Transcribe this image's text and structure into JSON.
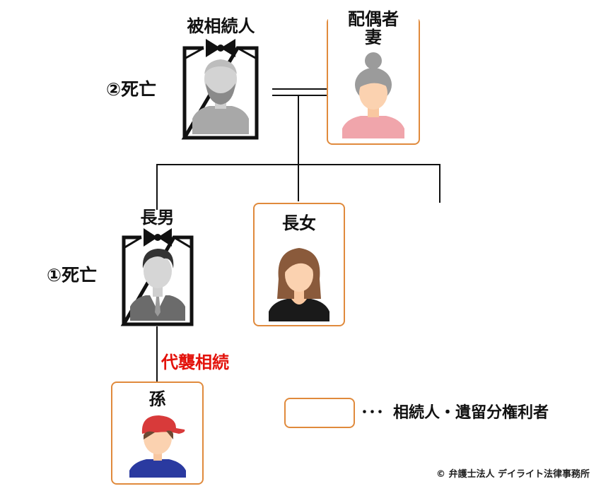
{
  "deceased_person": {
    "label": "被相続人",
    "status": "②死亡"
  },
  "spouse": {
    "label_line1": "配偶者",
    "label_line2": "妻"
  },
  "eldest_son": {
    "label": "長男",
    "status": "①死亡"
  },
  "eldest_daughter": {
    "label": "長女"
  },
  "succession_label": "代襲相続",
  "grandchild": {
    "label": "孫"
  },
  "legend": {
    "dots": "･･･",
    "text": "相続人・遺留分権利者"
  },
  "copyright": "© 弁護士法人 デイライト法律事務所",
  "colors": {
    "box_border": "#e08a3c",
    "succession_text": "#e3120b",
    "line": "#111111"
  }
}
